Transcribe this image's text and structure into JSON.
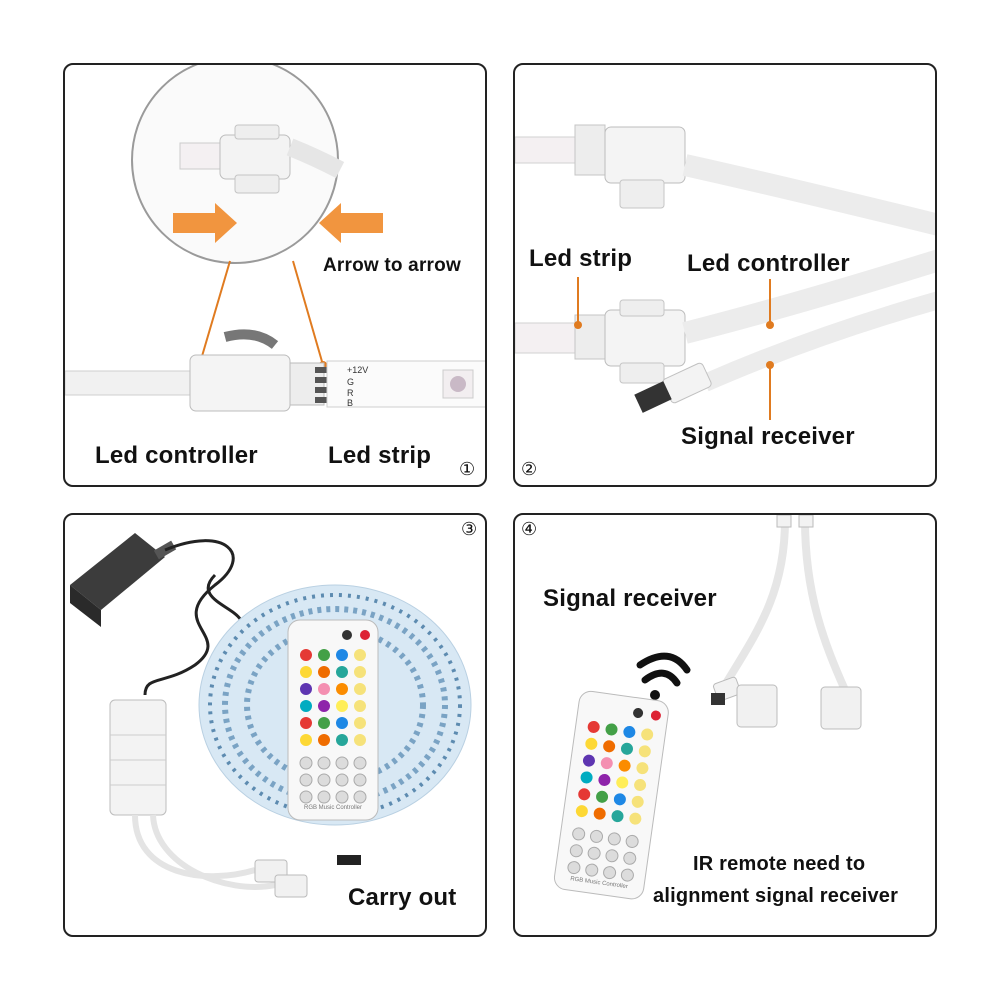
{
  "panel1": {
    "arrow_label": "Arrow to arrow",
    "controller_label": "Led controller",
    "strip_label": "Led strip",
    "number": "①",
    "pin_labels": [
      "+12V",
      "G",
      "R",
      "B"
    ]
  },
  "panel2": {
    "strip_label": "Led strip",
    "controller_label": "Led controller",
    "receiver_label": "Signal receiver",
    "number": "②"
  },
  "panel3": {
    "carry_label": "Carry out",
    "number": "③",
    "remote_text": "RGB Music Controller"
  },
  "panel4": {
    "receiver_label": "Signal receiver",
    "ir_line1": "IR remote need to",
    "ir_line2": "alignment signal receiver",
    "number": "④",
    "remote_text": "RGB Music Controller"
  },
  "colors": {
    "arrow": "#f0892a",
    "leader": "#e07b20",
    "border": "#222222"
  }
}
